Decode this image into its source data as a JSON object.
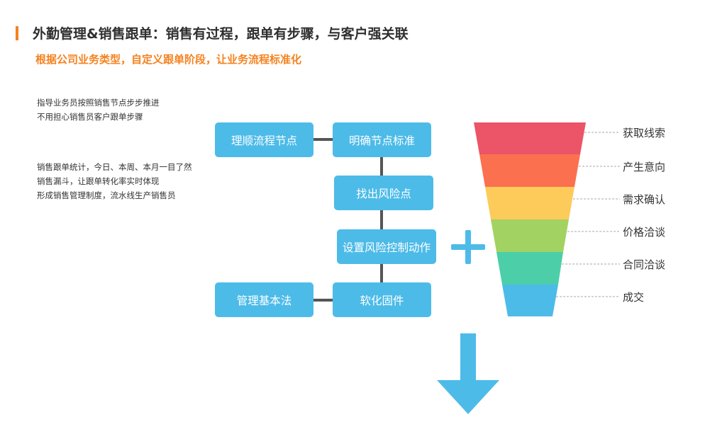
{
  "header": {
    "title": "外勤管理&销售跟单：销售有过程，跟单有步骤，与客户强关联",
    "subtitle": "根据公司业务类型，自定义跟单阶段，让业务流程标准化",
    "accent_color": "#f5821f"
  },
  "notes": {
    "group1": [
      "指导业务员按照销售节点步步推进",
      "不用担心销售员客户跟单步骤"
    ],
    "group2": [
      "销售跟单统计，今日、本周、本月一目了然",
      "销售漏斗，让跟单转化率实时体现",
      "形成销售管理制度，流水线生产销售员"
    ]
  },
  "flow": {
    "nodes": {
      "sort_nodes": "理顺流程节点",
      "clear_standard": "明确节点标准",
      "find_risk": "找出风险点",
      "risk_control": "设置风险控制动作",
      "basic_rules": "管理基本法",
      "solidify": "软化固件"
    },
    "node_color": "#4dbbe8"
  },
  "funnel": {
    "stages": [
      {
        "label": "获取线索",
        "color": "#ec5467"
      },
      {
        "label": "产生意向",
        "color": "#fb7150"
      },
      {
        "label": "需求确认",
        "color": "#fdcb5a"
      },
      {
        "label": "价格洽谈",
        "color": "#a2d262"
      },
      {
        "label": "合同洽谈",
        "color": "#4ccfa8"
      },
      {
        "label": "成交",
        "color": "#4dbbe8"
      }
    ]
  },
  "icons": {
    "plus": "plus-icon",
    "down_arrow": "arrow-down-icon"
  }
}
